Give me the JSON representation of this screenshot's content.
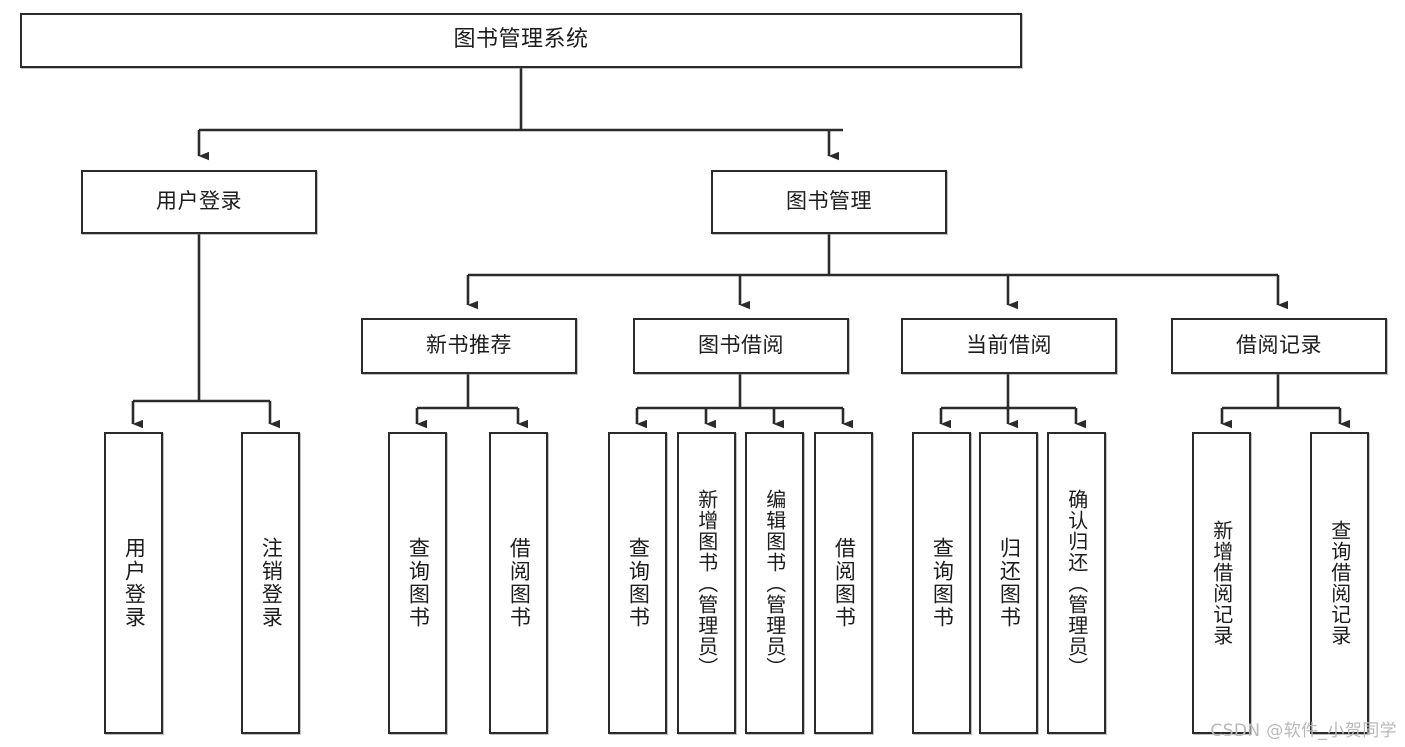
{
  "diagram": {
    "title": "图书管理系统",
    "type": "tree-hierarchy-chart",
    "watermark": "CSDN @软件_小贺同学",
    "colors": {
      "box_border": "#2b2b2b",
      "box_fill": "#ffffff",
      "connector": "#2b2b2b",
      "text": "#1c1c1c",
      "watermark": "#b9b9b9",
      "background": "#ffffff"
    },
    "root": {
      "label": "图书管理系统"
    },
    "level2": [
      {
        "label": "用户登录"
      },
      {
        "label": "图书管理"
      }
    ],
    "level3": [
      {
        "label": "新书推荐"
      },
      {
        "label": "图书借阅"
      },
      {
        "label": "当前借阅"
      },
      {
        "label": "借阅记录"
      }
    ],
    "leaves": {
      "user_login": [
        {
          "label": "用户登录"
        },
        {
          "label": "注销登录"
        }
      ],
      "new_book_recommend": [
        {
          "label": "查询图书"
        },
        {
          "label": "借阅图书"
        }
      ],
      "book_borrow": [
        {
          "label": "查询图书"
        },
        {
          "label": "新增图书（管理员）"
        },
        {
          "label": "编辑图书（管理员）"
        },
        {
          "label": "借阅图书"
        }
      ],
      "current_borrow": [
        {
          "label": "查询图书"
        },
        {
          "label": "归还图书"
        },
        {
          "label": "确认归还（管理员）"
        }
      ],
      "borrow_records": [
        {
          "label": "新增借阅记录"
        },
        {
          "label": "查询借阅记录"
        }
      ]
    }
  },
  "chart_data": {
    "type": "tree",
    "title": "图书管理系统",
    "nodes": [
      {
        "id": "root",
        "label": "图书管理系统",
        "level": 1,
        "parent": null
      },
      {
        "id": "n-user-login",
        "label": "用户登录",
        "level": 2,
        "parent": "root"
      },
      {
        "id": "n-book-manage",
        "label": "图书管理",
        "level": 2,
        "parent": "root"
      },
      {
        "id": "n-new-book",
        "label": "新书推荐",
        "level": 3,
        "parent": "n-book-manage"
      },
      {
        "id": "n-book-borrow",
        "label": "图书借阅",
        "level": 3,
        "parent": "n-book-manage"
      },
      {
        "id": "n-current-borrow",
        "label": "当前借阅",
        "level": 3,
        "parent": "n-book-manage"
      },
      {
        "id": "n-borrow-record",
        "label": "借阅记录",
        "level": 3,
        "parent": "n-book-manage"
      },
      {
        "id": "l-1",
        "label": "用户登录",
        "level": 4,
        "parent": "n-user-login"
      },
      {
        "id": "l-2",
        "label": "注销登录",
        "level": 4,
        "parent": "n-user-login"
      },
      {
        "id": "l-3",
        "label": "查询图书",
        "level": 4,
        "parent": "n-new-book"
      },
      {
        "id": "l-4",
        "label": "借阅图书",
        "level": 4,
        "parent": "n-new-book"
      },
      {
        "id": "l-5",
        "label": "查询图书",
        "level": 4,
        "parent": "n-book-borrow"
      },
      {
        "id": "l-6",
        "label": "新增图书（管理员）",
        "level": 4,
        "parent": "n-book-borrow"
      },
      {
        "id": "l-7",
        "label": "编辑图书（管理员）",
        "level": 4,
        "parent": "n-book-borrow"
      },
      {
        "id": "l-8",
        "label": "借阅图书",
        "level": 4,
        "parent": "n-book-borrow"
      },
      {
        "id": "l-9",
        "label": "查询图书",
        "level": 4,
        "parent": "n-current-borrow"
      },
      {
        "id": "l-10",
        "label": "归还图书",
        "level": 4,
        "parent": "n-current-borrow"
      },
      {
        "id": "l-11",
        "label": "确认归还（管理员）",
        "level": 4,
        "parent": "n-current-borrow"
      },
      {
        "id": "l-12",
        "label": "新增借阅记录",
        "level": 4,
        "parent": "n-borrow-record"
      },
      {
        "id": "l-13",
        "label": "查询借阅记录",
        "level": 4,
        "parent": "n-borrow-record"
      }
    ]
  }
}
